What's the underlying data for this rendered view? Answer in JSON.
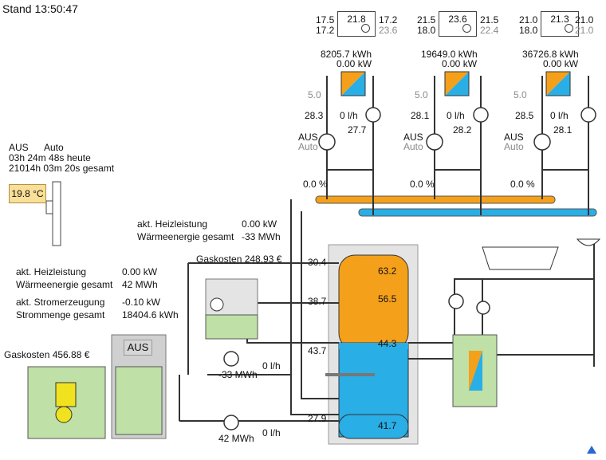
{
  "header": {
    "time": "Stand 13:50:47"
  },
  "rooms": [
    {
      "left_top": "17.5",
      "left_bottom": "17.2",
      "current": "21.8",
      "right_top": "17.2",
      "right_bottom": "23.6"
    },
    {
      "left_top": "21.5",
      "left_bottom": "18.0",
      "current": "23.6",
      "right_top": "21.5",
      "right_bottom": "22.4"
    },
    {
      "left_top": "21.0",
      "left_bottom": "18.0",
      "current": "21.3",
      "right_top": "21.0",
      "right_bottom": "21.0"
    }
  ],
  "circuits": [
    {
      "energy": "8205.7 kWh",
      "power": "0.00 kW",
      "mix": "5.0",
      "t_left": "28.3",
      "flow": "0 l/h",
      "t_right": "27.7",
      "mode": "AUS",
      "mode_sub": "Auto",
      "valve": "0.0 %"
    },
    {
      "energy": "19649.0 kWh",
      "power": "0.00 kW",
      "mix": "5.0",
      "t_left": "28.1",
      "flow": "0 l/h",
      "t_right": "28.2",
      "mode": "AUS",
      "mode_sub": "Auto",
      "valve": "0.0 %"
    },
    {
      "energy": "36726.8 kWh",
      "power": "0.00 kW",
      "mix": "5.0",
      "t_left": "28.5",
      "flow": "0 l/h",
      "t_right": "28.1",
      "mode": "AUS",
      "mode_sub": "Auto",
      "valve": "0.0 %"
    }
  ],
  "outdoor": {
    "status": "AUS",
    "mode": "Auto",
    "runtime_today": "03h 24m 48s heute",
    "runtime_total": "21014h 03m 20s gesamt",
    "temperature": "19.8 °C"
  },
  "boiler_stats": {
    "heat_power_label": "akt. Heizleistung",
    "heat_power": "0.00 kW",
    "heat_energy_label": "Wärmeenergie gesamt",
    "heat_energy": "42 MWh",
    "power_gen_label": "akt. Stromerzeugung",
    "power_gen": "-0.10 kW",
    "power_total_label": "Strommenge gesamt",
    "power_total": "18404.6 kWh"
  },
  "mid_stats": {
    "heat_power_label": "akt. Heizleistung",
    "heat_power": "0.00 kW",
    "heat_energy_label": "Wärmeenergie gesamt",
    "heat_energy": "-33 MWh"
  },
  "gas_cost_left": "Gaskosten 456.88 €",
  "gas_cost_mid": "Gaskosten 248.93 €",
  "chp_label": "AUS",
  "storage": {
    "inlet_top": "30.4",
    "inlet_2": "38.7",
    "inlet_3": "43.7",
    "inlet_bottom": "27.9",
    "t1": "63.2",
    "t2": "56.5",
    "t3": "44.3",
    "t4": "41.7"
  },
  "meters": {
    "upper_energy": "-33 MWh",
    "upper_flow": "0 l/h",
    "lower_energy": "42 MWh",
    "lower_flow": "0 l/h"
  }
}
